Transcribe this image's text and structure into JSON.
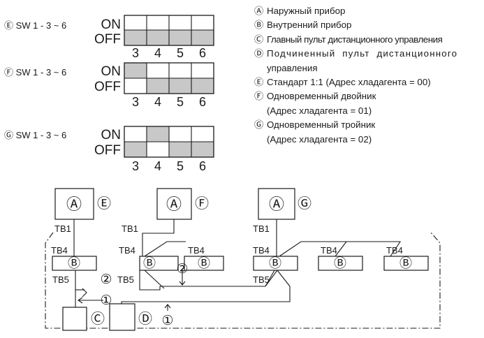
{
  "switches": {
    "on_label": "ON",
    "off_label": "OFF",
    "numbers": [
      "3",
      "4",
      "5",
      "6"
    ],
    "rows": [
      {
        "label": "Ⓔ SW 1 - 3 ~ 6",
        "on_positions": []
      },
      {
        "label": "Ⓕ SW 1 - 3 ~ 6",
        "on_positions": [
          "3"
        ]
      },
      {
        "label": "Ⓖ SW 1 - 3 ~ 6",
        "on_positions": [
          "4"
        ]
      }
    ]
  },
  "legend": {
    "A": {
      "mark": "Ⓐ",
      "text": "Наружный прибор"
    },
    "B": {
      "mark": "Ⓑ",
      "text": "Внутренний прибор"
    },
    "C": {
      "mark": "Ⓒ",
      "text": "Главный пульт дистанционного управления"
    },
    "D": {
      "mark": "Ⓓ",
      "text1": "Подчиненный пульт дистанционного",
      "text2": "управления"
    },
    "E": {
      "mark": "Ⓔ",
      "text": "Стандарт 1:1 (Адрес хладагента = 00)"
    },
    "F": {
      "mark": "Ⓕ",
      "text1": "Одновременный двойник",
      "text2": "(Адрес хладагента = 01)"
    },
    "G": {
      "mark": "Ⓖ",
      "text1": "Одновременный тройник",
      "text2": "(Адрес хладагента = 02)"
    }
  },
  "diagram": {
    "outdoor_mark": "Ⓐ",
    "indoor_mark": "Ⓑ",
    "main_remote_mark": "Ⓒ",
    "sub_remote_mark": "Ⓓ",
    "group_marks": [
      "Ⓔ",
      "Ⓕ",
      "Ⓖ"
    ],
    "tb1": "TB1",
    "tb4": "TB4",
    "tb5": "TB5",
    "wire1": "①",
    "wire2": "②"
  },
  "colors": {
    "switch_fill": "#c8c8c8",
    "line": "#1a1a1a"
  }
}
